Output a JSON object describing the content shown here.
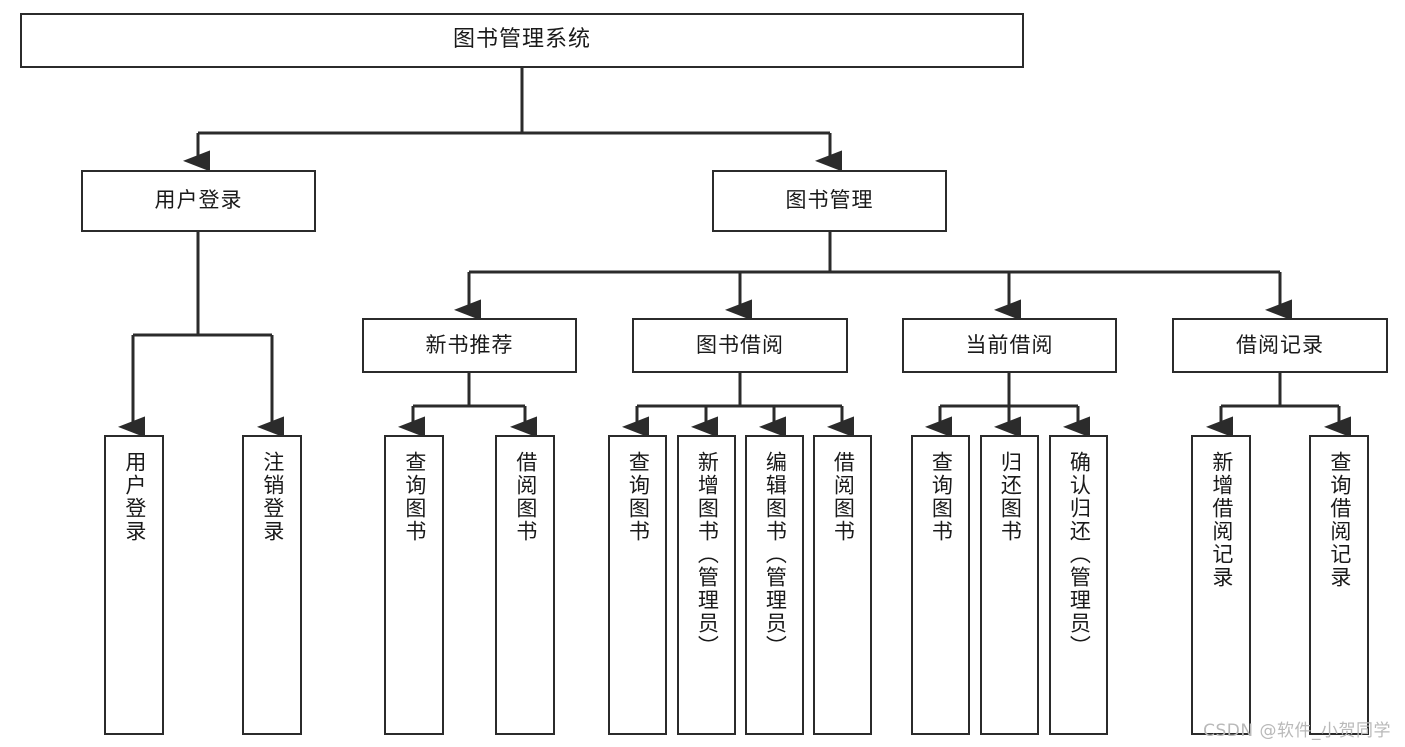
{
  "diagram": {
    "title": "图书管理系统",
    "type": "tree",
    "watermark": "CSDN @软件_小贺同学",
    "colors": {
      "stroke": "#2b2b2b",
      "fill": "#ffffff",
      "text": "#1a1a1a",
      "watermark": "#b9b9b9"
    },
    "nodes": {
      "root": {
        "label": "图书管理系统",
        "orientation": "horizontal"
      },
      "l2": [
        {
          "id": "user-login",
          "label": "用户登录",
          "orientation": "horizontal"
        },
        {
          "id": "book-manage",
          "label": "图书管理",
          "orientation": "horizontal"
        }
      ],
      "l3": [
        {
          "id": "new-book-rec",
          "label": "新书推荐",
          "orientation": "horizontal"
        },
        {
          "id": "book-borrow",
          "label": "图书借阅",
          "orientation": "horizontal"
        },
        {
          "id": "current-borrow",
          "label": "当前借阅",
          "orientation": "horizontal"
        },
        {
          "id": "borrow-record",
          "label": "借阅记录",
          "orientation": "horizontal"
        }
      ],
      "leaves": [
        {
          "id": "leaf-user-login",
          "label": "用户登录",
          "parent": "user-login",
          "orientation": "vertical"
        },
        {
          "id": "leaf-user-logout",
          "label": "注销登录",
          "parent": "user-login",
          "orientation": "vertical"
        },
        {
          "id": "leaf-query-book-1",
          "label": "查询图书",
          "parent": "new-book-rec",
          "orientation": "vertical"
        },
        {
          "id": "leaf-borrow-book-1",
          "label": "借阅图书",
          "parent": "new-book-rec",
          "orientation": "vertical"
        },
        {
          "id": "leaf-query-book-2",
          "label": "查询图书",
          "parent": "book-borrow",
          "orientation": "vertical"
        },
        {
          "id": "leaf-add-book",
          "label": "新增图书（管理员）",
          "parent": "book-borrow",
          "orientation": "vertical"
        },
        {
          "id": "leaf-edit-book",
          "label": "编辑图书（管理员）",
          "parent": "book-borrow",
          "orientation": "vertical"
        },
        {
          "id": "leaf-borrow-book-2",
          "label": "借阅图书",
          "parent": "book-borrow",
          "orientation": "vertical"
        },
        {
          "id": "leaf-query-book-3",
          "label": "查询图书",
          "parent": "current-borrow",
          "orientation": "vertical"
        },
        {
          "id": "leaf-return-book",
          "label": "归还图书",
          "parent": "current-borrow",
          "orientation": "vertical"
        },
        {
          "id": "leaf-confirm-return",
          "label": "确认归还（管理员）",
          "parent": "current-borrow",
          "orientation": "vertical"
        },
        {
          "id": "leaf-add-record",
          "label": "新增借阅记录",
          "parent": "borrow-record",
          "orientation": "vertical"
        },
        {
          "id": "leaf-query-record",
          "label": "查询借阅记录",
          "parent": "borrow-record",
          "orientation": "vertical"
        }
      ]
    }
  }
}
